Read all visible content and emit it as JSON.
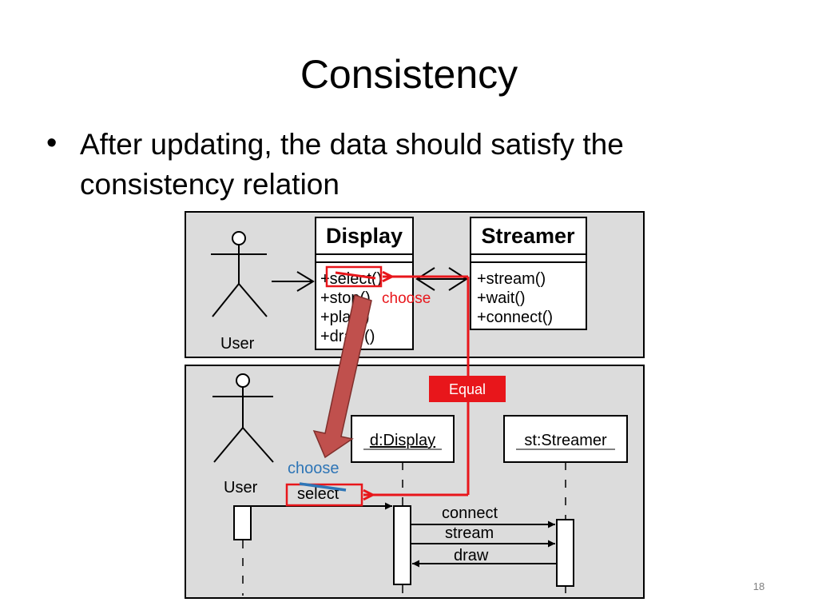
{
  "slide": {
    "title": "Consistency",
    "bullet": "After updating, the data should satisfy the consistency relation",
    "page_number": "18"
  },
  "class_diagram": {
    "actor_label": "User",
    "display": {
      "name": "Display",
      "methods": [
        "+select()",
        "+stop()",
        "+play()",
        "+draw()"
      ]
    },
    "streamer": {
      "name": "Streamer",
      "methods": [
        "+stream()",
        "+wait()",
        "+connect()"
      ]
    }
  },
  "sequence_diagram": {
    "actor_label": "User",
    "display_lifeline": "d:Display",
    "streamer_lifeline": "st:Streamer",
    "messages": [
      "select",
      "connect",
      "stream",
      "draw"
    ]
  },
  "annotations": {
    "choose_top": "choose",
    "choose_bottom": "choose",
    "equal_label": "Equal",
    "colors": {
      "red": "#e8161b",
      "blue": "#2e75b6",
      "brown_arrow": "#c0504d",
      "panel": "#dcdcdc"
    }
  }
}
